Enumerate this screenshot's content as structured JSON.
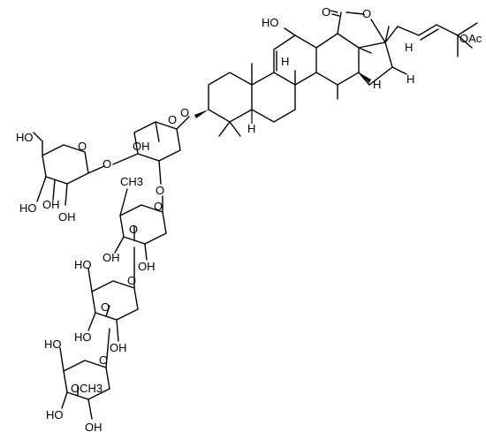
{
  "structure": {
    "labels": {
      "ho_top": "HO",
      "ring_o1": "O",
      "ring_o2": "O",
      "oac": "OAc",
      "h_a": "H",
      "h_b": "H",
      "h_c": "H",
      "h_d": "H",
      "h_e": "H",
      "glyc_o": "O",
      "xyl_ring_o": "O",
      "xyl_oh": "OH",
      "xyl_o_glc": "O",
      "xyl_o_rha": "O",
      "glc1_ho6": "HO",
      "glc1_ring_o": "O",
      "glc1_ho4": "HO",
      "glc1_oh3": "OH",
      "glc1_oh2": "OH",
      "rha_ch3": "CH3",
      "rha_ring_o": "O",
      "rha_o4": "O",
      "rha_oh3": "OH",
      "rha_oh2": "OH",
      "glc2_ho6": "HO",
      "glc2_ring_o": "O",
      "glc2_o3": "O",
      "glc2_ho4": "HO",
      "glc2_oh2": "OH",
      "glc3_ho6": "HO",
      "glc3_ring_o": "O",
      "glc3_och3": "OCH3",
      "glc3_ho4": "HO",
      "glc3_oh2": "OH"
    }
  }
}
